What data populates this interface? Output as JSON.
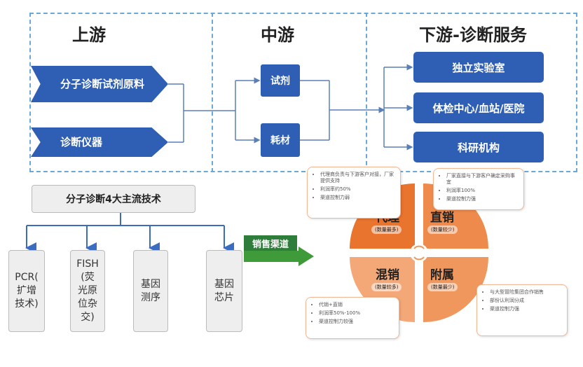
{
  "upstream": {
    "title": "上游",
    "items": [
      "分子诊断试剂原料",
      "诊断仪器"
    ]
  },
  "midstream": {
    "title": "中游",
    "items": [
      "试剂",
      "耗材"
    ]
  },
  "downstream": {
    "title": "下游-诊断服务",
    "items": [
      "独立实验室",
      "体检中心/血站/医院",
      "科研机构"
    ]
  },
  "tech": {
    "title": "分子诊断4大主流技术",
    "items": [
      "PCR(\n扩增\n技术)",
      "FISH\n(荧\n光原\n位杂\n交)",
      "基因\n测序",
      "基因\n芯片"
    ]
  },
  "sales_channel": {
    "label": "销售渠道"
  },
  "channels": {
    "quadrants": [
      {
        "title": "代理",
        "sub": "(数量最多)",
        "color": "#e8742e"
      },
      {
        "title": "直销",
        "sub": "(数量较少)",
        "color": "#ed8a4c"
      },
      {
        "title": "混销",
        "sub": "(数量较多)",
        "color": "#f4a877"
      },
      {
        "title": "附属",
        "sub": "(数量最少)",
        "color": "#f0975d"
      }
    ],
    "notes": {
      "agent": [
        "代理商负责与下游客户对接，厂家提供支持",
        "利润率约50%",
        "渠道控制力弱"
      ],
      "direct": [
        "厂家直接与下游客户确定采购事宜",
        "利润率100%",
        "渠道控制力强"
      ],
      "mixed": [
        "代销+直销",
        "利润率50%-100%",
        "渠道控制力较强"
      ],
      "affiliate": [
        "与大型冒险集团合作销售",
        "部份认利润分成",
        "渠道控制力强"
      ]
    }
  }
}
